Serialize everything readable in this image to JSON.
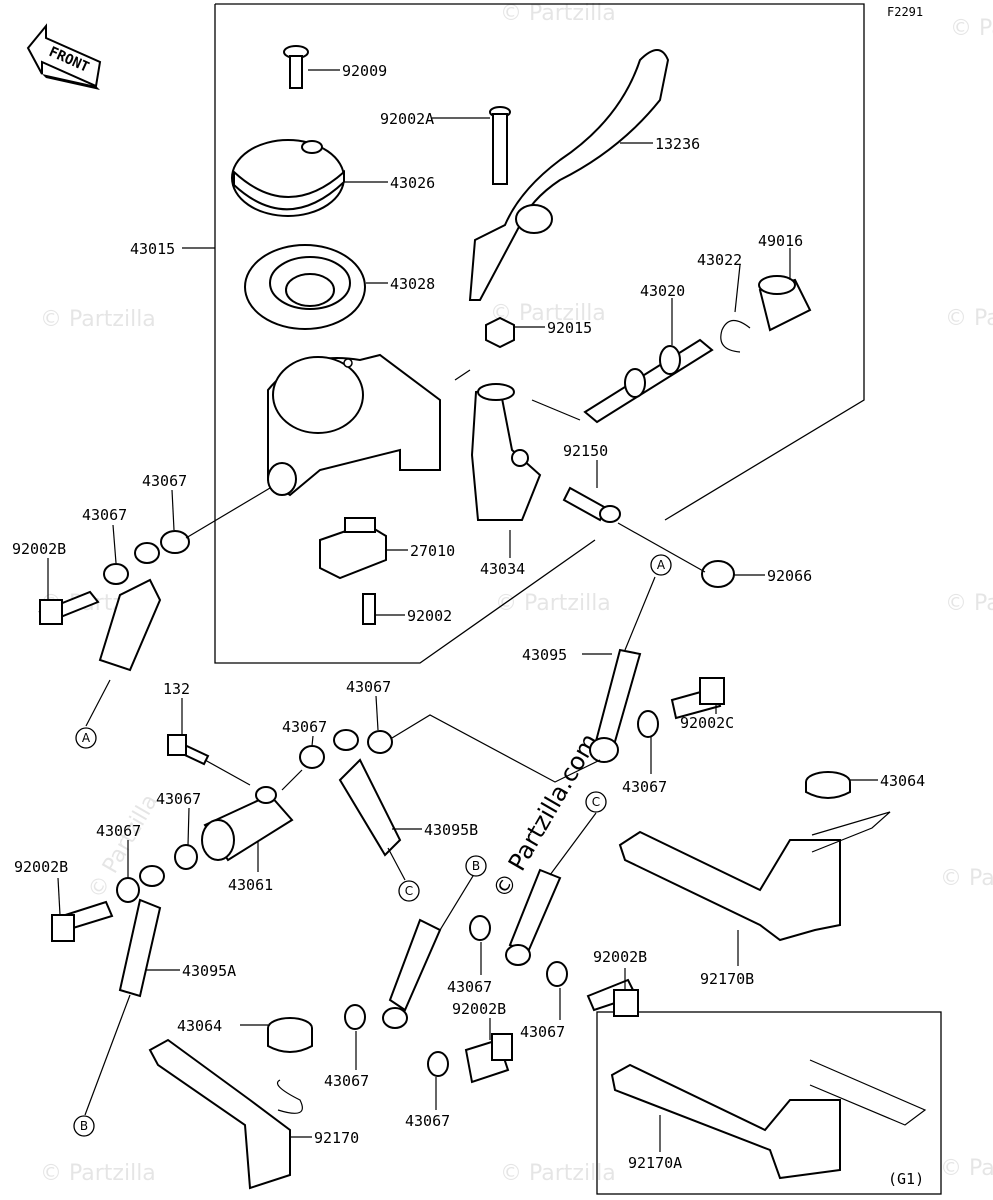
{
  "figure_code": "F2291",
  "front_label": "FRONT",
  "watermark_text": "© Partzilla",
  "center_watermark": "© Partzilla.com",
  "group_tag": "(G1)",
  "parts": {
    "p92009": "92009",
    "p92002A": "92002A",
    "p13236": "13236",
    "p43026": "43026",
    "p43015": "43015",
    "p49016": "49016",
    "p43022": "43022",
    "p43028": "43028",
    "p43020": "43020",
    "p92015": "92015",
    "p43067_top": "43067",
    "p92150": "92150",
    "p43067_b": "43067",
    "p92002B_a": "92002B",
    "p27010": "27010",
    "p43034": "43034",
    "p92066": "92066",
    "p92002": "92002",
    "p43095": "43095",
    "p132": "132",
    "p43067_c": "43067",
    "p43067_d": "43067",
    "p92002C": "92002C",
    "p43067_e": "43067",
    "p43064_r": "43064",
    "p43067_f": "43067",
    "p43095B": "43095B",
    "p43067_g": "43067",
    "p92002B_b": "92002B",
    "p43061": "43061",
    "p43095A": "43095A",
    "p92002B_c": "92002B",
    "p92170B": "92170B",
    "p43067_h": "43067",
    "p92002B_d": "92002B",
    "p43064_l": "43064",
    "p43067_i": "43067",
    "p43067_j": "43067",
    "p43067_k": "43067",
    "p92170": "92170",
    "p92170A": "92170A"
  },
  "refs": {
    "a": "A",
    "b": "B",
    "c": "C"
  }
}
